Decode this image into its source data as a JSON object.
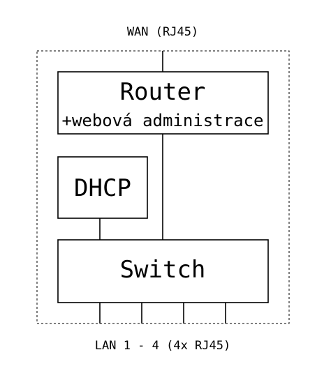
{
  "diagram": {
    "wan_label": "WAN (RJ45)",
    "lan_label": "LAN 1 - 4 (4x RJ45)",
    "router": {
      "title": "Router",
      "subtitle": "+webová administrace"
    },
    "dhcp": {
      "title": "DHCP"
    },
    "switch": {
      "title": "Switch"
    },
    "lan_port_count": 4
  },
  "colors": {
    "stroke": "#000000",
    "background": "#ffffff"
  }
}
